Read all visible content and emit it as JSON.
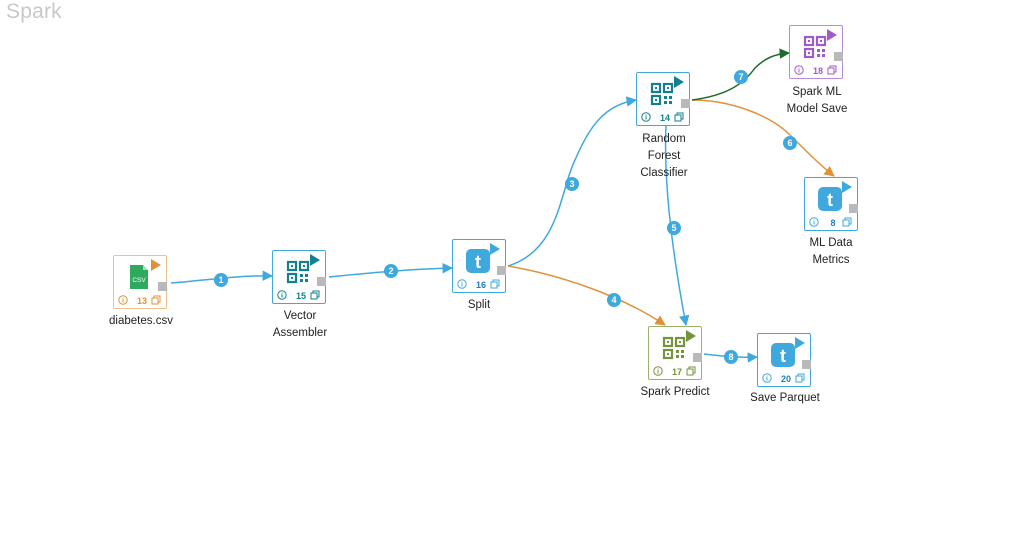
{
  "canvas": {
    "title": "Spark"
  },
  "colors": {
    "blue": "#3fa9dd",
    "orange": "#e0923a",
    "darkgreen": "#1e6b2e",
    "teal": "#13808f",
    "purple": "#a05bc8",
    "olive": "#76923c",
    "csvgreen": "#2eaa5e"
  },
  "nodes": [
    {
      "key": "diabetes-csv",
      "name": "diabetes.csv",
      "id": "13",
      "icon": "csv-file-icon",
      "icon_text": "CSV",
      "theme": "orange"
    },
    {
      "key": "vector-assembler",
      "name": "Vector Assembler",
      "name_lines": [
        "Vector",
        "Assembler"
      ],
      "id": "15",
      "icon": "qr-transformer-icon",
      "theme": "teal"
    },
    {
      "key": "split",
      "name": "Split",
      "id": "16",
      "icon": "t-block-icon",
      "icon_text": "t",
      "theme": "blue"
    },
    {
      "key": "random-forest",
      "name": "Random Forest Classifier",
      "name_lines": [
        "Random",
        "Forest",
        "Classifier"
      ],
      "id": "14",
      "icon": "qr-transformer-icon",
      "theme": "teal"
    },
    {
      "key": "spark-ml-model-save",
      "name": "Spark ML Model Save",
      "name_lines": [
        "Spark ML",
        "Model Save"
      ],
      "id": "18",
      "icon": "qr-transformer-icon",
      "theme": "purple"
    },
    {
      "key": "ml-data-metrics",
      "name": "ML Data Metrics",
      "name_lines": [
        "ML Data",
        "Metrics"
      ],
      "id": "8",
      "icon": "t-block-icon",
      "icon_text": "t",
      "theme": "blue"
    },
    {
      "key": "spark-predict",
      "name": "Spark Predict",
      "id": "17",
      "icon": "qr-transformer-icon",
      "theme": "olive"
    },
    {
      "key": "save-parquet",
      "name": "Save Parquet",
      "id": "20",
      "icon": "t-block-icon",
      "icon_text": "t",
      "theme": "blue"
    }
  ],
  "edges": [
    {
      "label": "1",
      "from": "diabetes.csv",
      "to": "Vector Assembler",
      "color": "blue"
    },
    {
      "label": "2",
      "from": "Vector Assembler",
      "to": "Split",
      "color": "blue"
    },
    {
      "label": "3",
      "from": "Split",
      "to": "Random Forest Classifier",
      "color": "blue"
    },
    {
      "label": "4",
      "from": "Split",
      "to": "Spark Predict",
      "color": "orange"
    },
    {
      "label": "5",
      "from": "Random Forest Classifier",
      "to": "Spark Predict",
      "color": "blue"
    },
    {
      "label": "6",
      "from": "Random Forest Classifier",
      "to": "ML Data Metrics",
      "color": "orange"
    },
    {
      "label": "7",
      "from": "Random Forest Classifier",
      "to": "Spark ML Model Save",
      "color": "darkgreen"
    },
    {
      "label": "8",
      "from": "Spark Predict",
      "to": "Save Parquet",
      "color": "blue"
    }
  ]
}
